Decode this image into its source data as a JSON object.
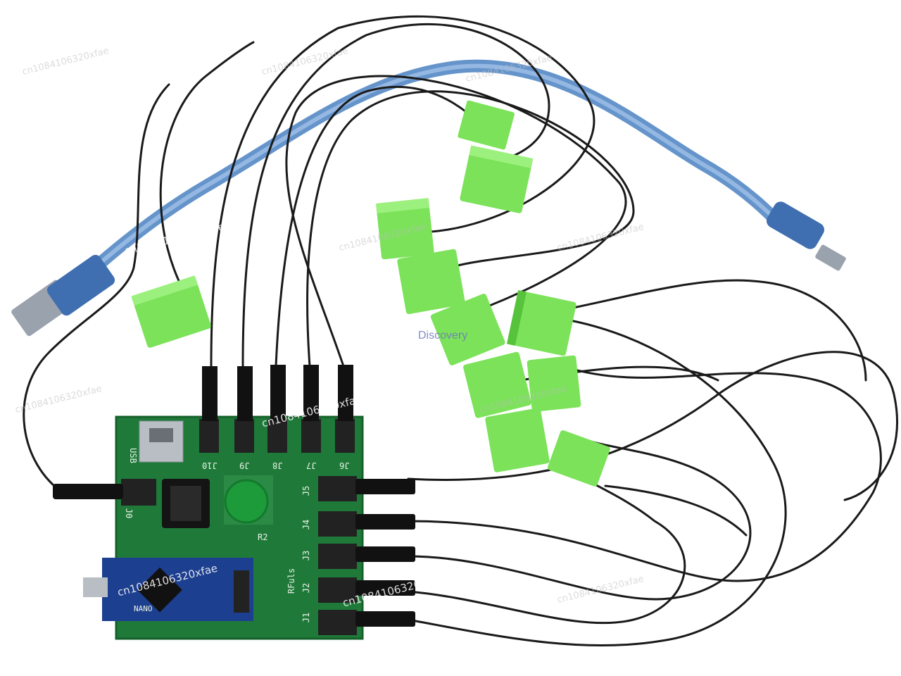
{
  "watermark": {
    "text": "cn1084106320xfae"
  },
  "overlay_text": "Discovery",
  "board": {
    "labels": {
      "usb": "USB",
      "j0": "J0",
      "j1": "J1",
      "j2": "J2",
      "j3": "J3",
      "j4": "J4",
      "j5": "J5",
      "j6": "J6",
      "j7": "J7",
      "j8": "J8",
      "j9": "J9",
      "j10": "J10",
      "r2": "R2",
      "rfuls": "RFuls"
    },
    "nano_label": "NANO"
  },
  "colors": {
    "pcb": "#1f7a3a",
    "pcb_dark": "#15602b",
    "cube": "#7be25a",
    "cube_dark": "#57c23c",
    "cable": "#5d8ec8",
    "wire": "#1a1a1a",
    "nano": "#1d3f8f",
    "button": "#1d9a3a"
  }
}
